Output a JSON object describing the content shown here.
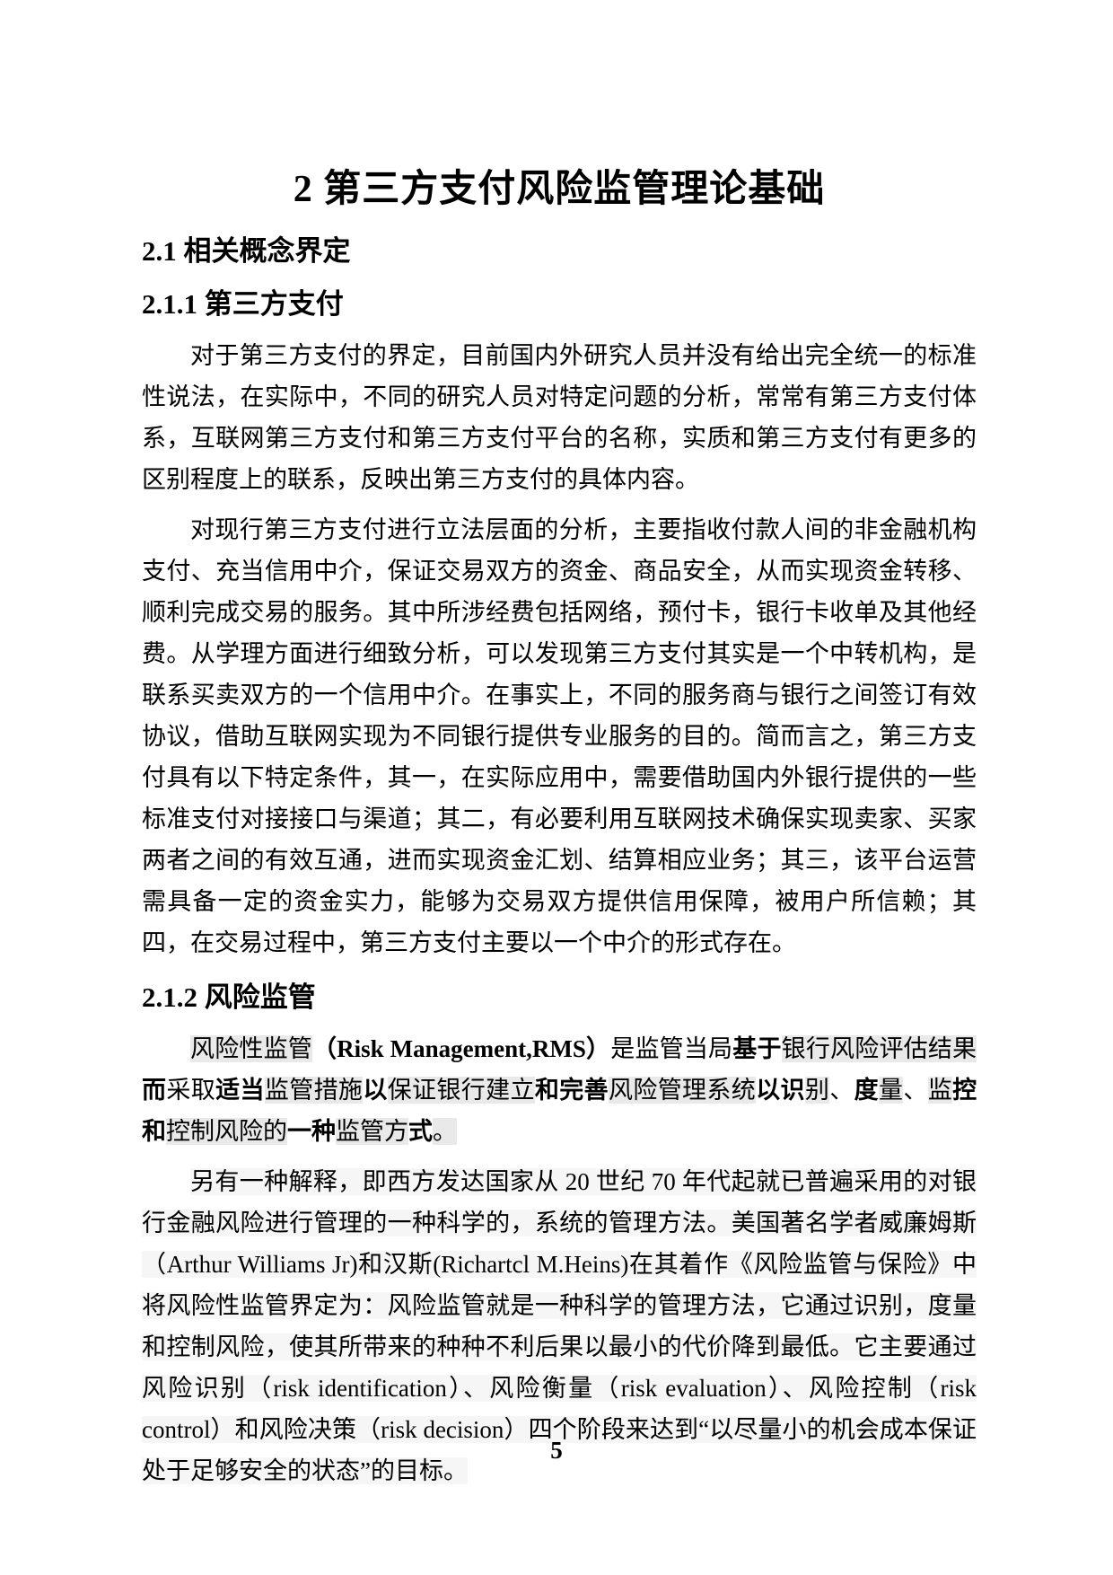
{
  "page": {
    "chapter_title": "2 第三方支付风险监管理论基础",
    "page_number": "5"
  },
  "headings": {
    "section_2_1": "2.1 相关概念界定",
    "section_2_1_1": "2.1.1 第三方支付",
    "section_2_1_2": "2.1.2 风险监管"
  },
  "paragraphs": {
    "p1": "对于第三方支付的界定，目前国内外研究人员并没有给出完全统一的标准性说法，在实际中，不同的研究人员对特定问题的分析，常常有第三方支付体系，互联网第三方支付和第三方支付平台的名称，实质和第三方支付有更多的区别程度上的联系，反映出第三方支付的具体内容。",
    "p2": "对现行第三方支付进行立法层面的分析，主要指收付款人间的非金融机构支付、充当信用中介，保证交易双方的资金、商品安全，从而实现资金转移、顺利完成交易的服务。其中所涉经费包括网络，预付卡，银行卡收单及其他经费。从学理方面进行细致分析，可以发现第三方支付其实是一个中转机构，是联系买卖双方的一个信用中介。在事实上，不同的服务商与银行之间签订有效协议，借助互联网实现为不同银行提供专业服务的目的。简而言之，第三方支付具有以下特定条件，其一，在实际应用中，需要借助国内外银行提供的一些标准支付对接接口与渠道；其二，有必要利用互联网技术确保实现卖家、买家两者之间的有效互通，进而实现资金汇划、结算相应业务；其三，该平台运营需具备一定的资金实力，能够为交易双方提供信用保障，被用户所信赖；其四，在交易过程中，第三方支付主要以一个中介的形式存在。",
    "p3_segments": [
      {
        "t": "风险性监管",
        "h": true
      },
      {
        "t": "（Risk Management,RMS）",
        "b": true
      },
      {
        "t": "是监管当局"
      },
      {
        "t": "基于",
        "b": true
      },
      {
        "t": "银行风险评估结果",
        "h": true
      },
      {
        "t": "而",
        "b": true
      },
      {
        "t": "采取"
      },
      {
        "t": "适当",
        "b": true
      },
      {
        "t": "监管措施",
        "h": true
      },
      {
        "t": "以",
        "b": true
      },
      {
        "t": "保证银行建立",
        "h": true
      },
      {
        "t": "和完善",
        "b": true
      },
      {
        "t": "风险管理系统",
        "h": true
      },
      {
        "t": "以识",
        "b": true
      },
      {
        "t": "别",
        "h": true
      },
      {
        "t": "、"
      },
      {
        "t": "度",
        "b": true
      },
      {
        "t": "量",
        "h": true
      },
      {
        "t": "、"
      },
      {
        "t": "监",
        "h": true
      },
      {
        "t": "控和",
        "b": true
      },
      {
        "t": "控制风险",
        "h": true
      },
      {
        "t": "的",
        "h": true
      },
      {
        "t": "一种",
        "b": true
      },
      {
        "t": "监管方",
        "h": true
      },
      {
        "t": "式",
        "b": true
      },
      {
        "t": "。",
        "h": true
      }
    ],
    "p4": "另有一种解释，即西方发达国家从 20 世纪 70 年代起就已普遍采用的对银行金融风险进行管理的一种科学的，系统的管理方法。美国著名学者威廉姆斯（Arthur Williams Jr)和汉斯(Richartcl M.Heins)在其着作《风险监管与保险》中将风险性监管界定为：风险监管就是一种科学的管理方法，它通过识别，度量和控制风险，使其所带来的种种不利后果以最小的代价降到最低。它主要通过风险识别（risk identification）、风险衡量（risk evaluation）、风险控制（risk control）和风险决策（risk decision）四个阶段来达到“以尽量小的机会成本保证处于足够安全的状态”的目标。"
  },
  "colors": {
    "page_bg": "#ffffff",
    "text": "#000000",
    "highlight_gray": "#e9e9e9",
    "light_band_gray": "#f6f6f6"
  }
}
